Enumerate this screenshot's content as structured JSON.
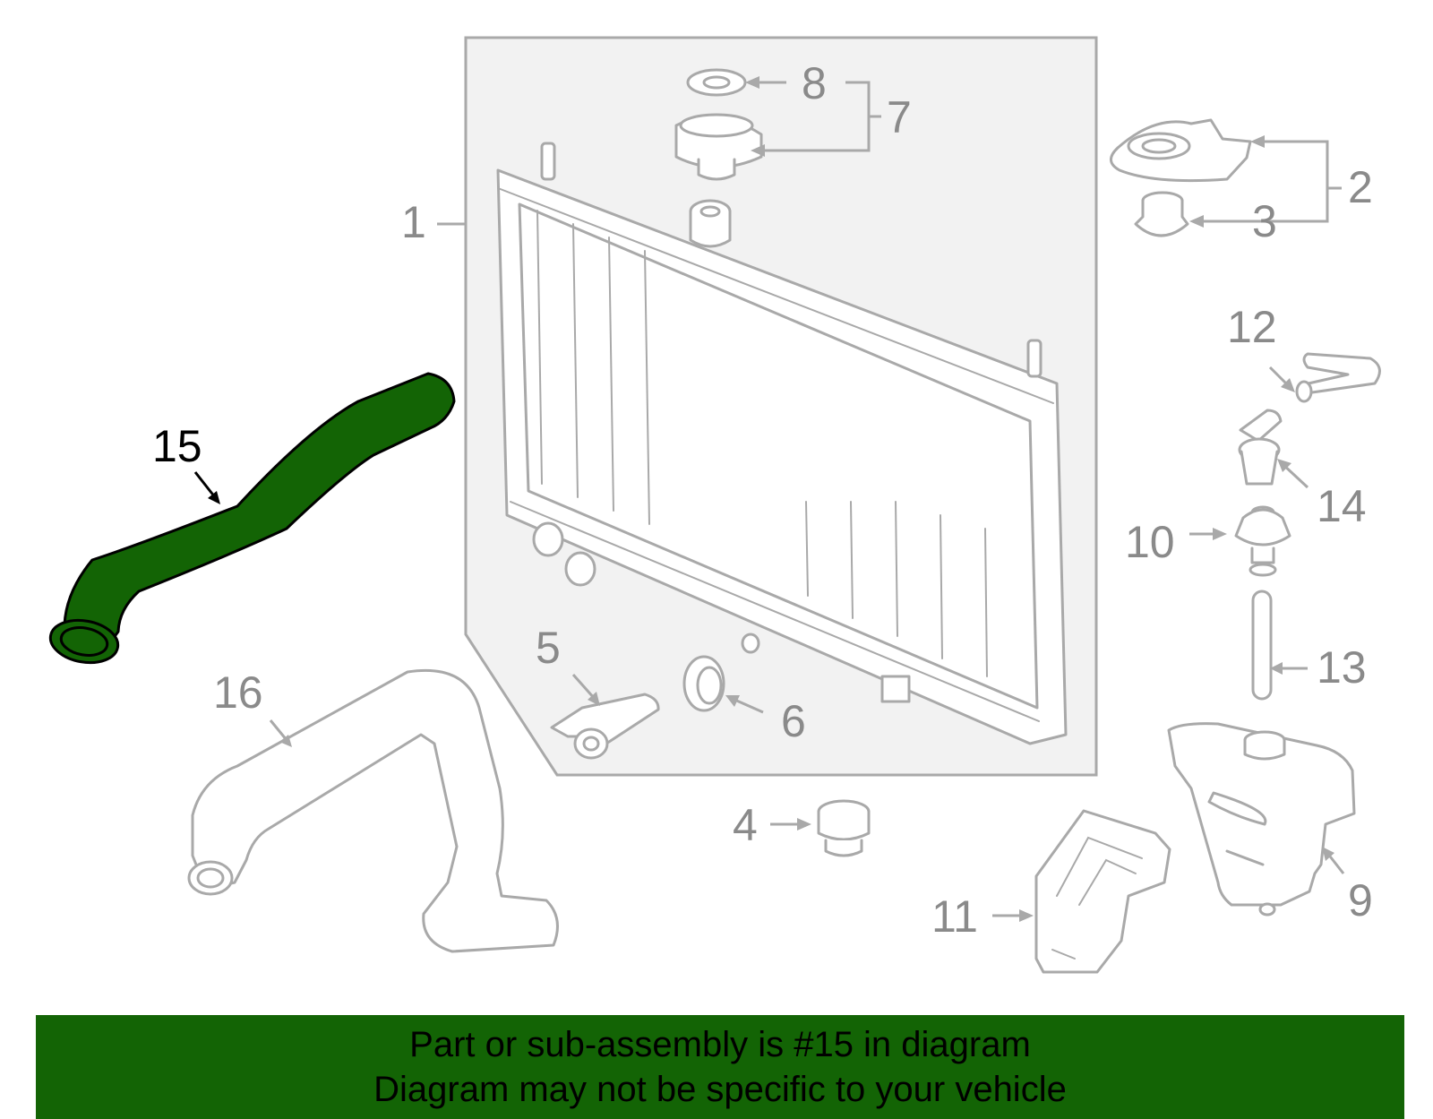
{
  "callouts": {
    "c1": "1",
    "c2": "2",
    "c3": "3",
    "c4": "4",
    "c5": "5",
    "c6": "6",
    "c7": "7",
    "c8": "8",
    "c9": "9",
    "c10": "10",
    "c11": "11",
    "c12": "12",
    "c13": "13",
    "c14": "14",
    "c15": "15",
    "c16": "16"
  },
  "highlight": {
    "part_number": "15",
    "color": "#136405"
  },
  "banner": {
    "line1": "Part or sub-assembly is #15 in diagram",
    "line2": "Diagram may not be specific to your vehicle",
    "background": "#136405"
  }
}
